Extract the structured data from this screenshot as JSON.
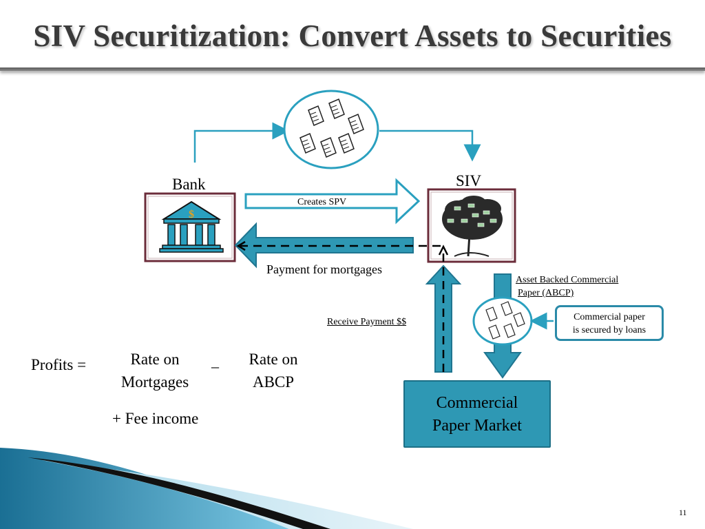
{
  "slide": {
    "title": "SIV Securitization: Convert Assets to Securities",
    "page_number": "11"
  },
  "diagram": {
    "bank_label": "Bank",
    "siv_label": "SIV",
    "creates_spv": "Creates SPV",
    "payment_for_mortgages": "Payment for mortgages",
    "abcp_line1": "Asset Backed Commercial",
    "abcp_line2": "Paper (ABCP)",
    "receive_payment": "Receive Payment $$",
    "cp_secured_line1": "Commercial paper",
    "cp_secured_line2": "is secured by loans",
    "market_line1": "Commercial",
    "market_line2": "Paper Market",
    "bank_sign": "$"
  },
  "formula": {
    "profits": "Profits =",
    "rate_mortgages_line1": "Rate on",
    "rate_mortgages_line2": "Mortgages",
    "minus": "–",
    "rate_abcp_line1": "Rate on",
    "rate_abcp_line2": "ABCP",
    "fee_income": "+ Fee income"
  },
  "colors": {
    "accent": "#2e98b4",
    "frame": "#6b2c3a",
    "title_text": "#3a3a3a"
  }
}
